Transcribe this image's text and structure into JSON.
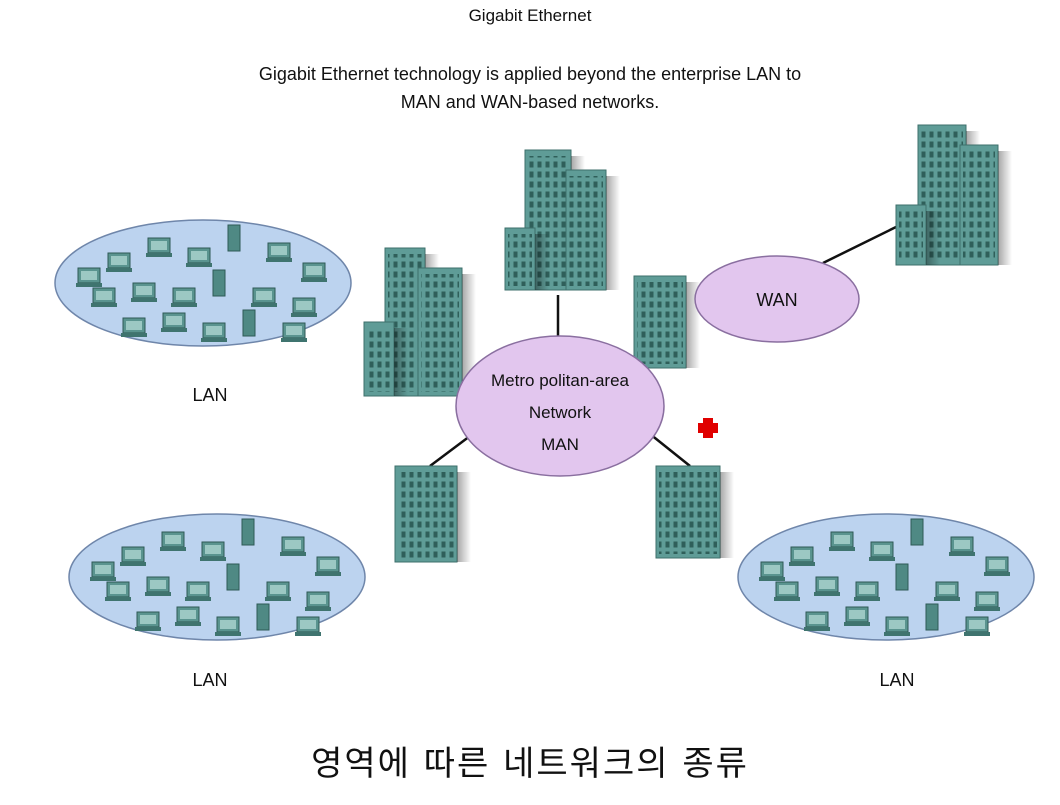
{
  "header": {
    "title": "Gigabit Ethernet",
    "subtitle_line1": "Gigabit Ethernet technology is applied beyond the enterprise LAN to",
    "subtitle_line2": "MAN and WAN-based networks."
  },
  "diagram": {
    "man_label_line1": "Metro politan-area",
    "man_label_line2": "Network",
    "man_label_line3": "MAN",
    "wan_label": "WAN",
    "lan_labels": [
      "LAN",
      "LAN",
      "LAN"
    ],
    "colors": {
      "lan_fill": "#bcd3ef",
      "man_fill": "#e2c6ee",
      "building": "#5f9c97",
      "marker": "#e00000"
    },
    "marker_icon": "red-cross-icon"
  },
  "caption": "영역에 따른 네트워크의 종류"
}
